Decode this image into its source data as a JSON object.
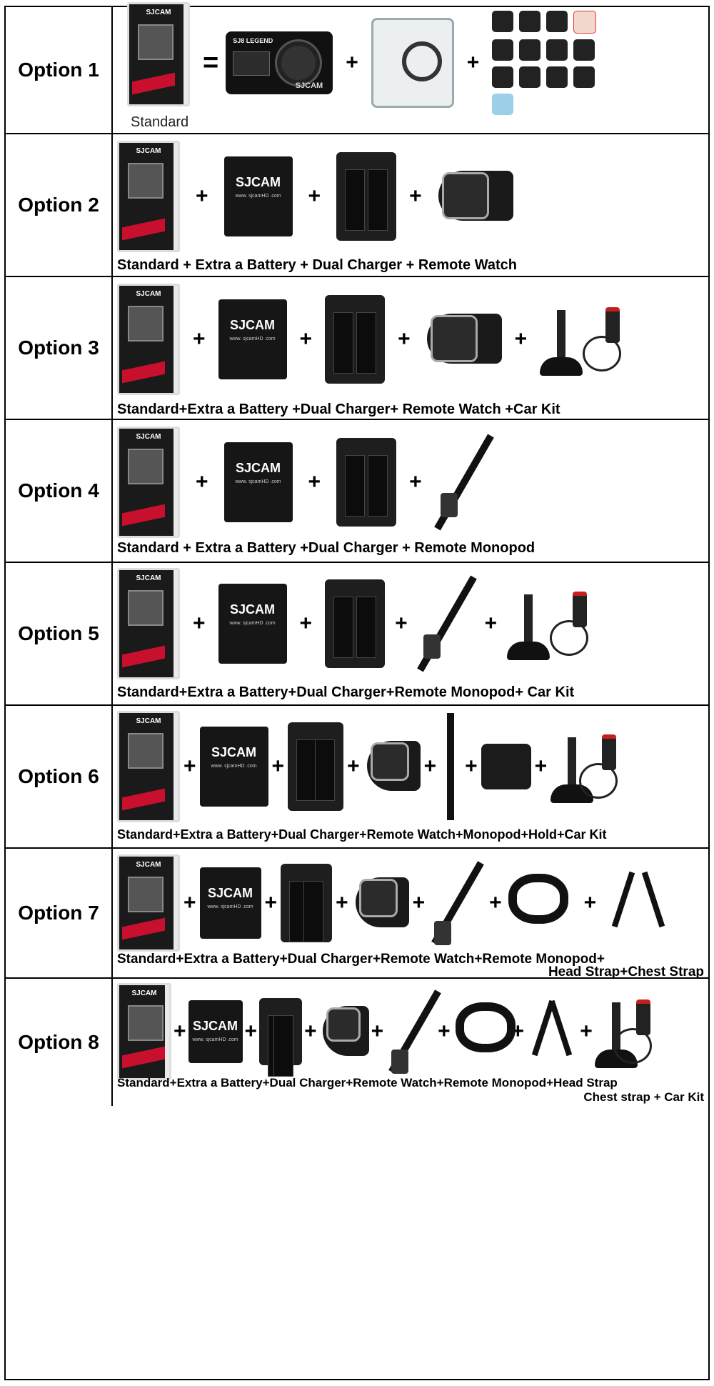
{
  "rows": [
    {
      "label": "Option 1",
      "standard_label": "Standard",
      "equals": "=",
      "plus": "+"
    },
    {
      "label": "Option 2",
      "caption": "Standard + Extra a Battery + Dual Charger +  Remote Watch",
      "plus": "+"
    },
    {
      "label": "Option 3",
      "caption": "Standard+Extra a Battery +Dual Charger+ Remote Watch +Car Kit",
      "plus": "+"
    },
    {
      "label": "Option 4",
      "caption": "Standard + Extra a Battery +Dual Charger + Remote Monopod",
      "plus": "+"
    },
    {
      "label": "Option 5",
      "caption": "Standard+Extra a Battery+Dual Charger+Remote Monopod+ Car Kit",
      "plus": "+"
    },
    {
      "label": "Option 6",
      "caption": "Standard+Extra a Battery+Dual Charger+Remote Watch+Monopod+Hold+Car Kit",
      "plus": "+"
    },
    {
      "label": "Option 7",
      "caption": "Standard+Extra a Battery+Dual Charger+Remote Watch+Remote Monopod+",
      "caption2": "Head Strap+Chest Strap",
      "plus": "+"
    },
    {
      "label": "Option 8",
      "caption": "Standard+Extra a Battery+Dual Charger+Remote Watch+Remote Monopod+Head Strap",
      "caption2": "Chest strap + Car Kit",
      "plus": "+"
    }
  ],
  "product": {
    "box_brand": "SJCAM",
    "camera_model": "SJ8 LEGEND",
    "camera_logo": "SJCAM",
    "battery_logo": "SJCAM",
    "battery_site": "www. sjcamHD .com"
  },
  "colors": {
    "border": "#000000",
    "accent": "#c8102e"
  }
}
